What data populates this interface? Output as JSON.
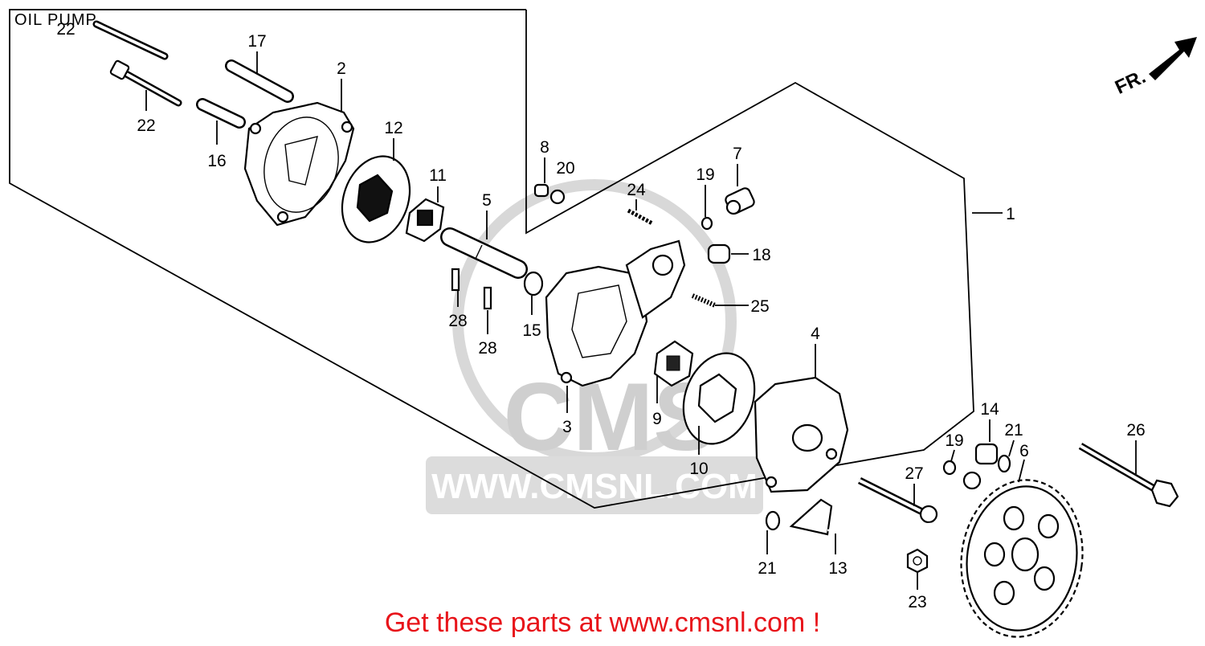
{
  "title": "OIL PUMP",
  "direction_label": "FR.",
  "watermark": "WWW.CMSNL.COM",
  "watermark_logo": "CMS",
  "promo_text": "Get these parts at www.cmsnl.com !",
  "callouts": {
    "c1": "1",
    "c2": "2",
    "c3": "3",
    "c4": "4",
    "c5": "5",
    "c6": "6",
    "c7": "7",
    "c8": "8",
    "c9": "9",
    "c10": "10",
    "c11": "11",
    "c12": "12",
    "c13": "13",
    "c14": "14",
    "c15": "15",
    "c16": "16",
    "c17": "17",
    "c18": "18",
    "c19a": "19",
    "c19b": "19",
    "c20": "20",
    "c21a": "21",
    "c21b": "21",
    "c22a": "22",
    "c22b": "22",
    "c23": "23",
    "c24": "24",
    "c25": "25",
    "c26": "26",
    "c27": "27",
    "c28a": "28",
    "c28b": "28"
  },
  "colors": {
    "promo": "#e8141a",
    "watermark": "#cfcfcf",
    "line": "#000000"
  }
}
